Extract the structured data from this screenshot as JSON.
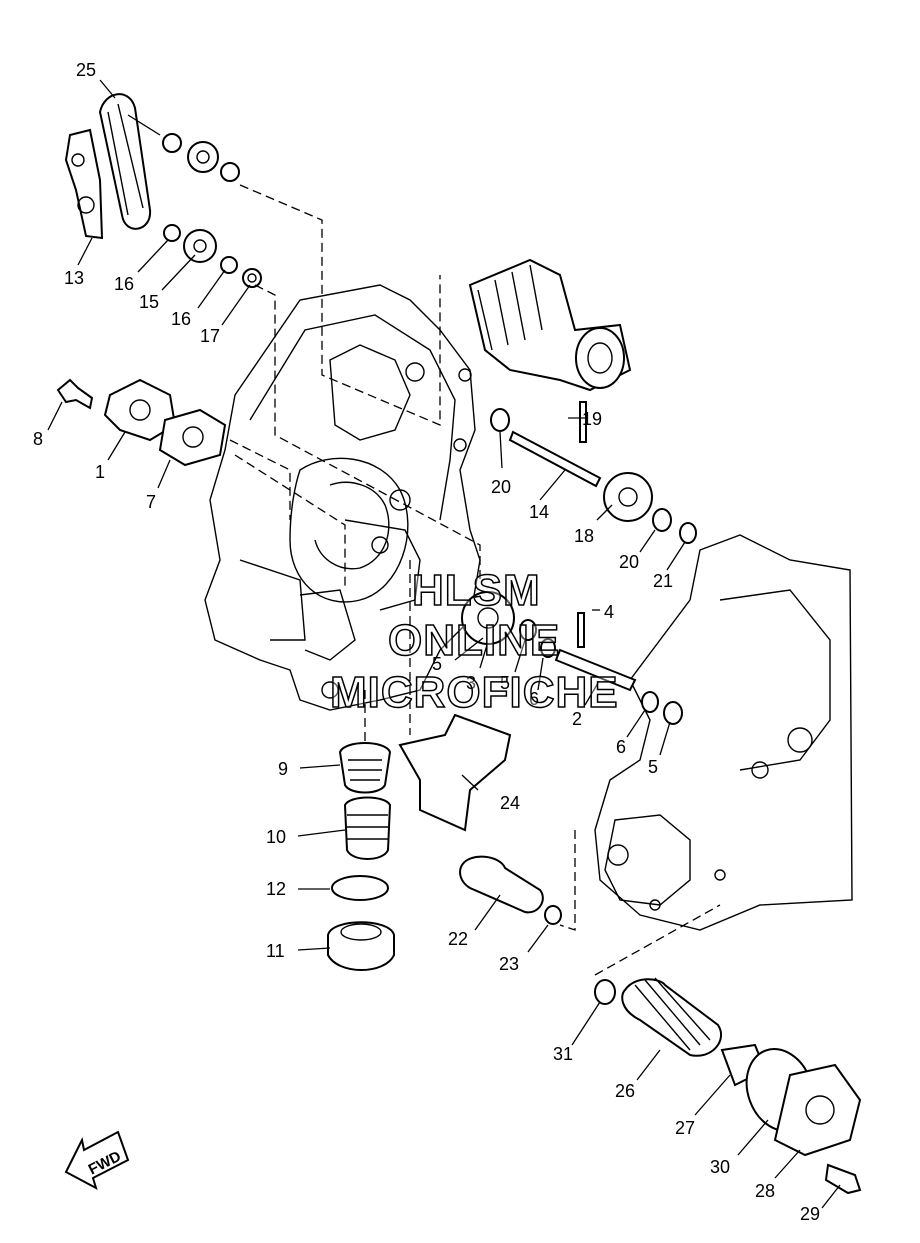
{
  "callouts": [
    "25",
    "13",
    "16",
    "15",
    "16",
    "17",
    "8",
    "1",
    "7",
    "19",
    "20",
    "14",
    "18",
    "20",
    "21",
    "4",
    "5",
    "3",
    "5",
    "6",
    "2",
    "6",
    "5",
    "9",
    "24",
    "10",
    "12",
    "11",
    "22",
    "23",
    "31",
    "26",
    "27",
    "30",
    "28",
    "29"
  ],
  "watermark": {
    "line1": "HLSM",
    "line2": "ONLINE",
    "line3": "MICROFICHE"
  },
  "fwd_label": "FWD"
}
